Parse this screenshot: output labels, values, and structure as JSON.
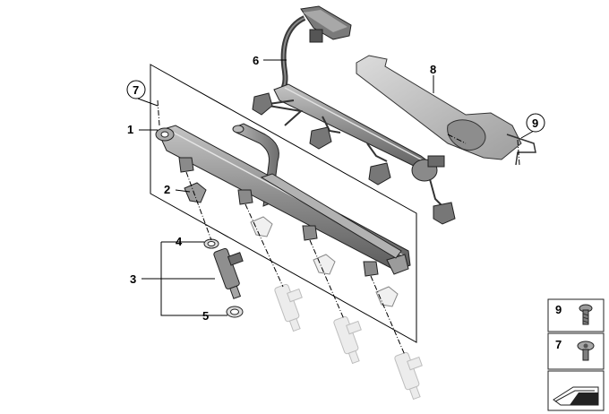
{
  "callouts": {
    "c1": "1",
    "c2": "2",
    "c3": "3",
    "c4": "4",
    "c5": "5",
    "c6": "6",
    "c7": "7",
    "c8": "8",
    "c9": "9"
  },
  "legend": {
    "item_a": "9",
    "item_b": "7"
  },
  "colors": {
    "part_fill": "#9a9a9a",
    "part_dark": "#5a5a5a",
    "part_light": "#c8c8c8",
    "ghost_fill": "#e6e6e6",
    "line": "#000000"
  }
}
